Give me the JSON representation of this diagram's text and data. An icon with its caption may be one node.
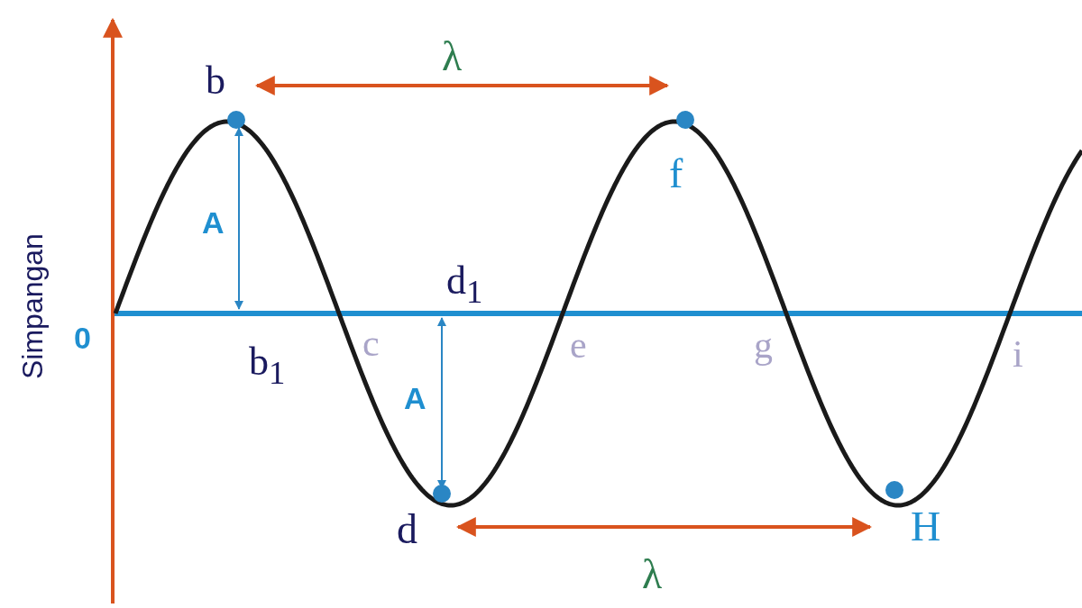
{
  "diagram": {
    "labels": [
      "λ",
      "b",
      "A",
      "f",
      "d$_{1}$",
      "0",
      "b$_{1}$",
      "c",
      "e",
      "g",
      "i",
      "Simpangan",
      "A",
      "d",
      "H",
      "λ"
    ]
  }
}
